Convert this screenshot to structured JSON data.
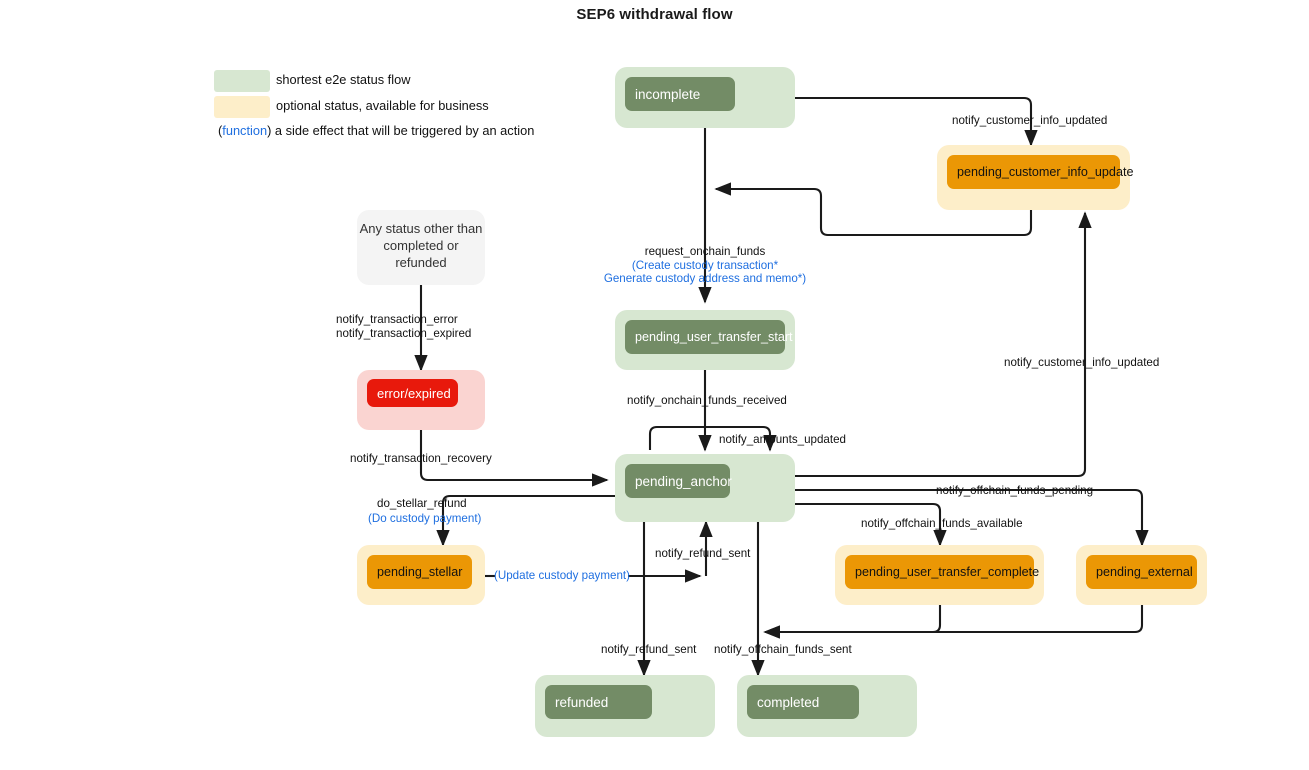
{
  "title": "SEP6 withdrawal flow",
  "colors": {
    "green_outer": "#d7e7d1",
    "green_inner": "#738c66",
    "orange_outer": "#fdeec9",
    "orange_inner": "#eb9705",
    "red_outer": "#fad4d1",
    "red_inner": "#e8190c",
    "grey_outer": "#f4f4f4",
    "function_blue": "#1f6fe0",
    "edge": "#1a1a1a"
  },
  "legend": {
    "items": [
      {
        "swatch": "#d7e7d1",
        "text": "shortest e2e status flow"
      },
      {
        "swatch": "#fdeec9",
        "text": "optional status, available for business"
      }
    ],
    "function_note_prefix": "(",
    "function_note_word": "function",
    "function_note_suffix": ") a side effect that will be triggered by an action"
  },
  "nodes": [
    {
      "id": "incomplete",
      "label": "incomplete",
      "kind": "green"
    },
    {
      "id": "pending_customer_info_update",
      "label": "pending_customer_info_update",
      "kind": "orange"
    },
    {
      "id": "any_status",
      "label": "Any status other than completed or refunded",
      "kind": "grey",
      "line1": "Any status other than",
      "line2": "completed or refunded"
    },
    {
      "id": "error_expired",
      "label": "error/expired",
      "kind": "red"
    },
    {
      "id": "pending_user_transfer_start",
      "label": "pending_user_transfer_start",
      "kind": "green"
    },
    {
      "id": "pending_anchor",
      "label": "pending_anchor",
      "kind": "green"
    },
    {
      "id": "pending_stellar",
      "label": "pending_stellar",
      "kind": "orange"
    },
    {
      "id": "pending_user_transfer_complete",
      "label": "pending_user_transfer_complete",
      "kind": "orange"
    },
    {
      "id": "pending_external",
      "label": "pending_external",
      "kind": "orange"
    },
    {
      "id": "refunded",
      "label": "refunded",
      "kind": "green"
    },
    {
      "id": "completed",
      "label": "completed",
      "kind": "green"
    }
  ],
  "edge_labels": {
    "notify_customer_info_updated_top": "notify_customer_info_updated",
    "notify_customer_info_updated_right": "notify_customer_info_updated",
    "request_onchain_funds": "request_onchain_funds",
    "create_custody_transaction": "(Create custody transaction*",
    "generate_custody_address": "Generate custody address and memo*)",
    "notify_transaction_error": "notify_transaction_error",
    "notify_transaction_expired": "notify_transaction_expired",
    "notify_transaction_recovery": "notify_transaction_recovery",
    "notify_onchain_funds_received": "notify_onchain_funds_received",
    "notify_amounts_updated": "notify_amounts_updated",
    "do_stellar_refund": "do_stellar_refund",
    "do_custody_payment": "(Do custody payment)",
    "update_custody_payment": "(Update custody payment)",
    "notify_refund_sent_up": "notify_refund_sent",
    "notify_refund_sent_down": "notify_refund_sent",
    "notify_offchain_funds_pending": "notify_offchain_funds_pending",
    "notify_offchain_funds_available": "notify_offchain_funds_available",
    "notify_offchain_funds_sent": "notify_offchain_funds_sent"
  }
}
